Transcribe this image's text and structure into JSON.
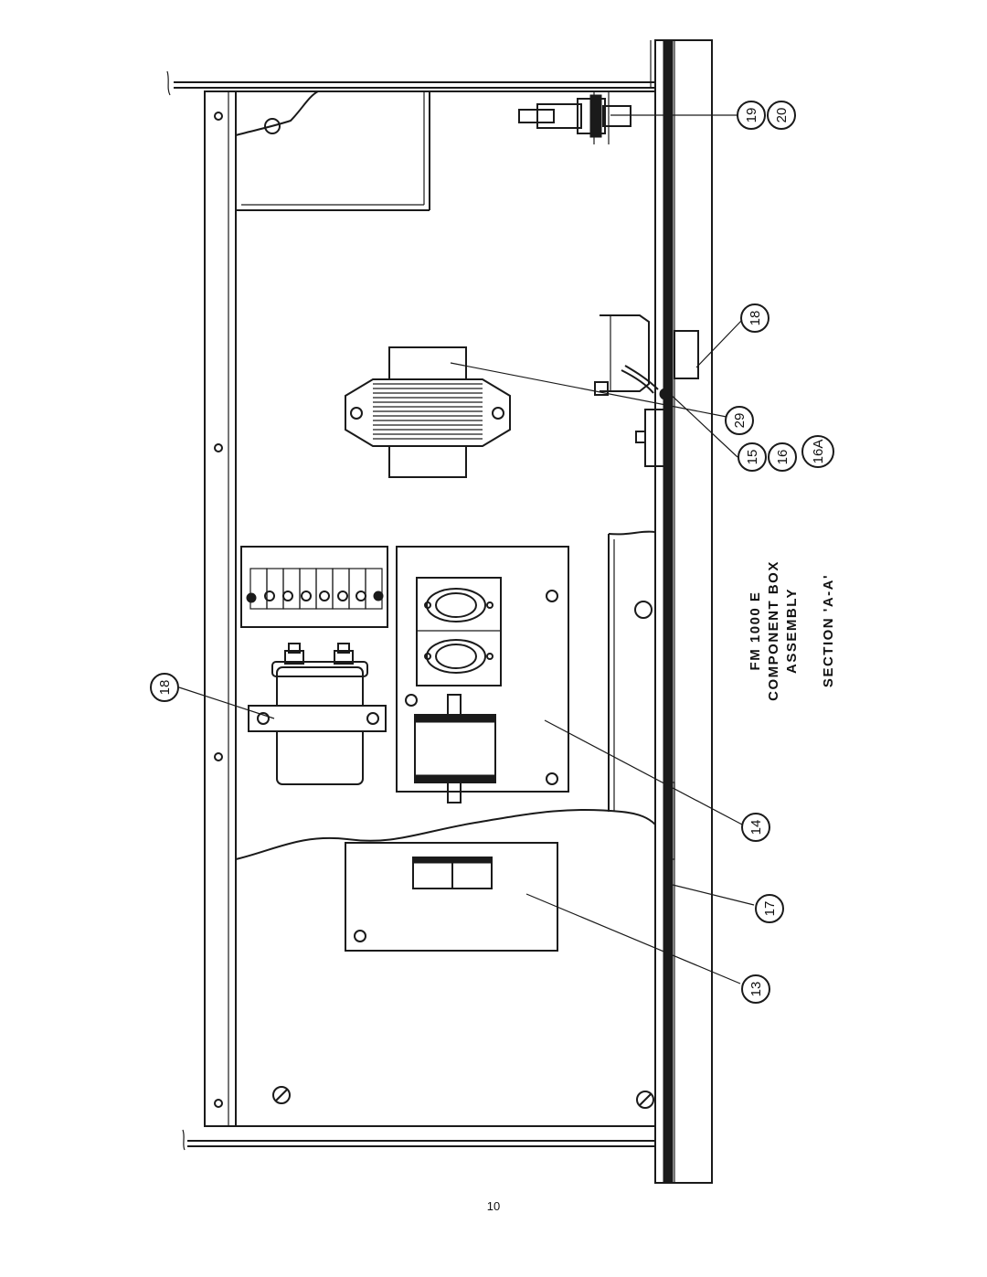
{
  "title_block": {
    "line1": "FM 1000 E",
    "line2": "COMPONENT BOX",
    "line3": "ASSEMBLY",
    "line4": "SECTION 'A-A'"
  },
  "callouts": {
    "c13": "13",
    "c14": "14",
    "c15": "15",
    "c16": "16",
    "c16a": "16A",
    "c17": "17",
    "c18_left": "18",
    "c18_right": "18",
    "c19": "19",
    "c20": "20",
    "c29": "29"
  },
  "page": {
    "number": "10"
  }
}
